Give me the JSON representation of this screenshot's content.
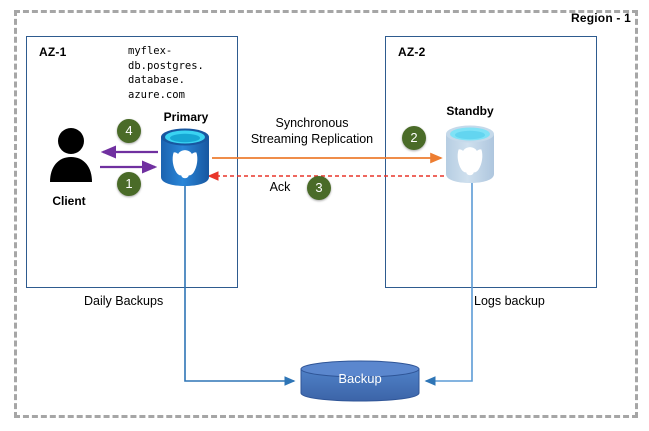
{
  "region": {
    "label": "Region - 1",
    "border_color": "#a6a6a6"
  },
  "zones": [
    {
      "id": "az1",
      "title": "AZ-1"
    },
    {
      "id": "az2",
      "title": "AZ-2"
    }
  ],
  "endpoint": {
    "hostname": "myflex-\ndb.postgres.\ndatabase.\nazure.com"
  },
  "nodes": {
    "client": {
      "label": "Client",
      "icon": "person-icon"
    },
    "primary": {
      "label": "Primary",
      "icon": "postgres-database-icon",
      "color": "#1f6fc4"
    },
    "standby": {
      "label": "Standby",
      "icon": "postgres-database-icon",
      "color": "#b3cce4"
    },
    "backup": {
      "label": "Backup",
      "icon": "backup-cylinder-icon",
      "color": "#4472c4"
    }
  },
  "flows": {
    "replication_label_line1": "Synchronous",
    "replication_label_line2": "Streaming Replication",
    "ack_label": "Ack",
    "daily_backups_label": "Daily Backups",
    "logs_backup_label": "Logs backup",
    "replication_color": "#ed7d31",
    "ack_color": "#e8352a",
    "client_arrow_color": "#7030a0",
    "backup_line_color": "#2e75b6"
  },
  "badges": [
    {
      "number": "1",
      "color": "#4a6b28"
    },
    {
      "number": "2",
      "color": "#4a6b28"
    },
    {
      "number": "3",
      "color": "#4a6b28"
    },
    {
      "number": "4",
      "color": "#4a6b28"
    }
  ]
}
